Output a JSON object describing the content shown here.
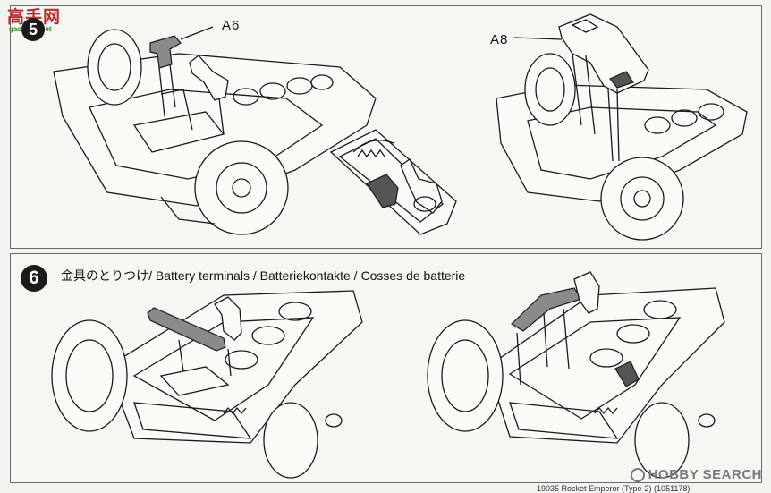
{
  "watermark_logo": {
    "text": "高手网",
    "url": "gaoshou.net"
  },
  "step5": {
    "number": "5"
  },
  "labels": {
    "a6": "A6",
    "a8": "A8"
  },
  "step6": {
    "number": "6",
    "title": "金具のとりつけ/ Battery terminals / Batteriekontakte / Cosses de batterie"
  },
  "watermark": {
    "text": "HOBBY SEARCH"
  },
  "footer": {
    "text": "19035 Rocket Emperor (Type-2) (1051178)"
  }
}
